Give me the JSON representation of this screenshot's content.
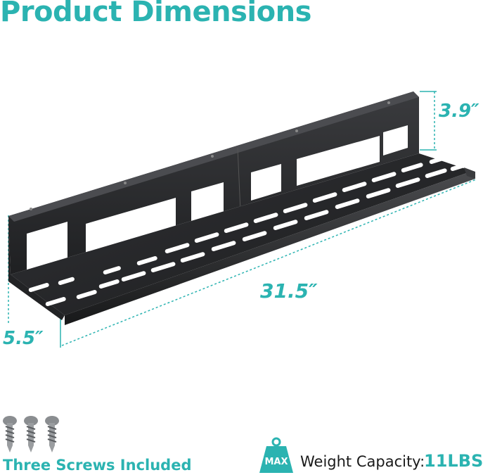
{
  "title": "Product Dimensions",
  "dimensions": {
    "height": "3.9″",
    "length": "31.5″",
    "depth": "5.5″"
  },
  "screws": {
    "label": "Three Screws Included",
    "count": 3,
    "icon": "screw-icon"
  },
  "weight": {
    "badge": "MAX",
    "label": "Weight Capacity:",
    "value": "11LBS",
    "icon": "weight-icon"
  },
  "colors": {
    "accent": "#2bb3b1",
    "shelf": "#2a2b2d",
    "text": "#1a1a1a"
  }
}
